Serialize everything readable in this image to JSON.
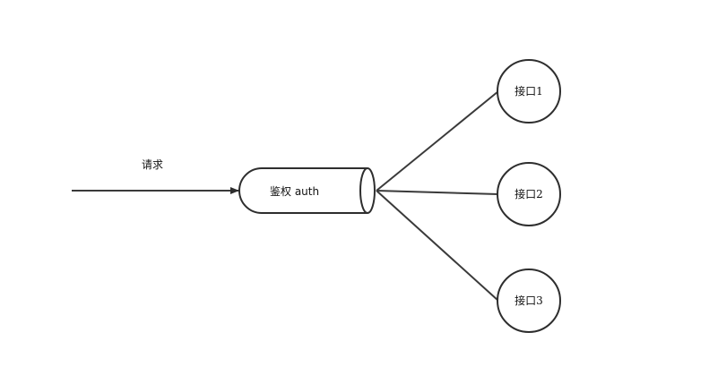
{
  "request": {
    "label": "请求"
  },
  "gateway": {
    "label": "鉴权 auth"
  },
  "endpoints": [
    {
      "label": "接口1"
    },
    {
      "label": "接口2"
    },
    {
      "label": "接口3"
    }
  ],
  "colors": {
    "stroke": "#2e2e2e",
    "background": "#ffffff",
    "text": "#111111"
  }
}
